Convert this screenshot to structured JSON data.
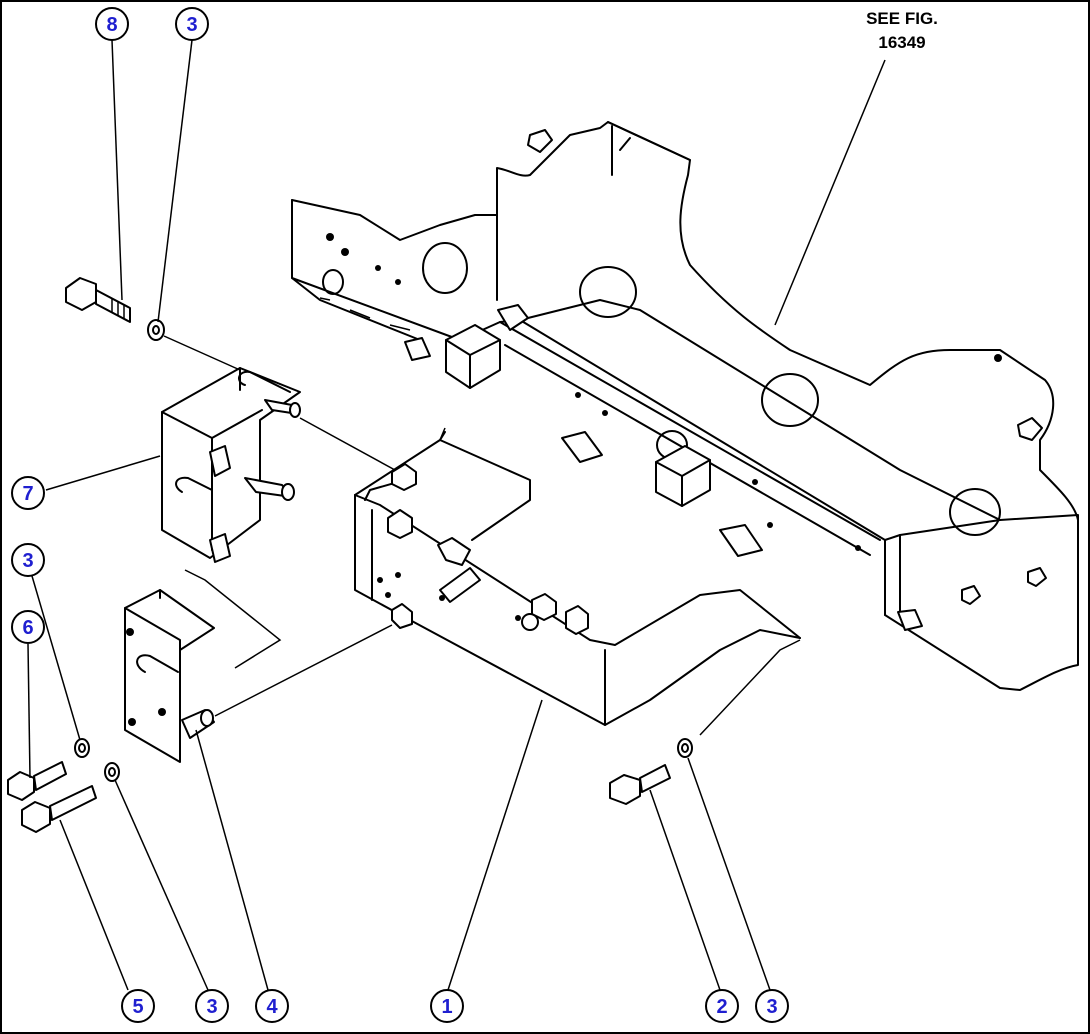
{
  "note": {
    "line1": "SEE FIG.",
    "line2": "16349"
  },
  "callouts": [
    {
      "id": "callout-8-top",
      "label": "8"
    },
    {
      "id": "callout-3-top",
      "label": "3"
    },
    {
      "id": "callout-7",
      "label": "7"
    },
    {
      "id": "callout-3-left",
      "label": "3"
    },
    {
      "id": "callout-6",
      "label": "6"
    },
    {
      "id": "callout-5",
      "label": "5"
    },
    {
      "id": "callout-3-bottom-left",
      "label": "3"
    },
    {
      "id": "callout-4",
      "label": "4"
    },
    {
      "id": "callout-1",
      "label": "1"
    },
    {
      "id": "callout-2",
      "label": "2"
    },
    {
      "id": "callout-3-bottom-right",
      "label": "3"
    }
  ],
  "colors": {
    "callout_text": "#1f1fd0",
    "line": "#000000",
    "background": "#ffffff"
  }
}
